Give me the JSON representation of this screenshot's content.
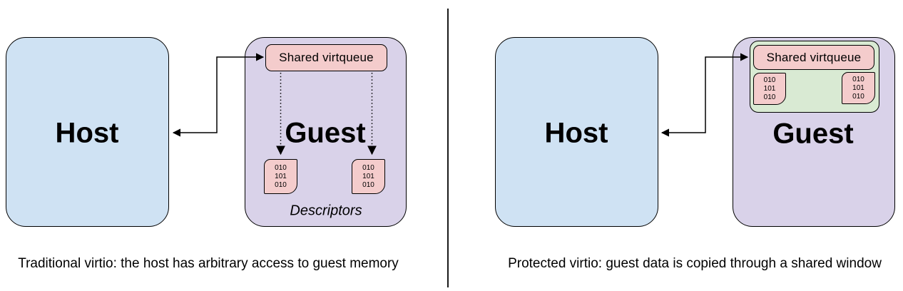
{
  "left_panel": {
    "host_label": "Host",
    "guest_label": "Guest",
    "virtqueue_label": "Shared virtqueue",
    "descriptor_box_1": [
      "010",
      "101",
      "010"
    ],
    "descriptor_box_2": [
      "010",
      "101",
      "010"
    ],
    "descriptors_label": "Descriptors",
    "caption": "Traditional virtio: the host has arbitrary access to guest memory"
  },
  "right_panel": {
    "host_label": "Host",
    "guest_label": "Guest",
    "virtqueue_label": "Shared virtqueue",
    "window_descriptor_box_1": [
      "010",
      "101",
      "010"
    ],
    "window_descriptor_box_2": [
      "010",
      "101",
      "010"
    ],
    "caption": "Protected virtio: guest data is copied through a shared window"
  },
  "colors": {
    "host_fill": "#cfe2f3",
    "guest_fill": "#d9d2e9",
    "virtqueue_fill": "#f4cccc",
    "descriptor_fill": "#f4cccc",
    "shared_window_fill": "#d9ead3",
    "outline": "#000000",
    "divider": "#1a1a1a"
  }
}
